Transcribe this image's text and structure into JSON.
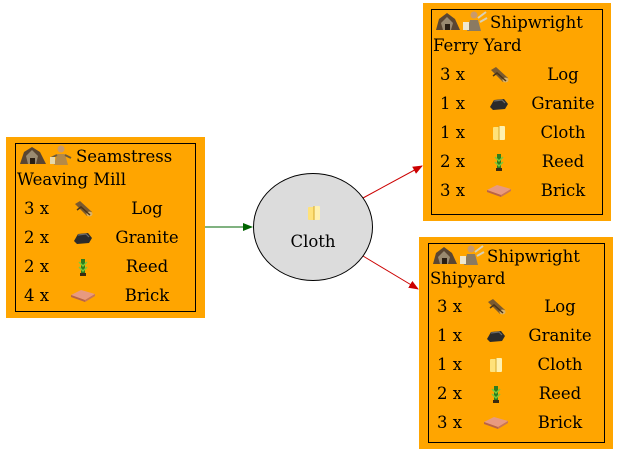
{
  "colors": {
    "node_fill": "#ffa500",
    "ware_fill": "#dcdcdc",
    "edge_in": "#006400",
    "edge_out": "#cc0000"
  },
  "ware": {
    "label": "Cloth",
    "icon": "cloth-icon"
  },
  "seamstress": {
    "title": "Seamstress",
    "subtitle": "Weaving Mill",
    "icons": [
      "building-icon",
      "worker-icon"
    ],
    "rows": [
      {
        "qty": "3 x",
        "icon": "log-icon",
        "name": "Log"
      },
      {
        "qty": "2 x",
        "icon": "granite-icon",
        "name": "Granite"
      },
      {
        "qty": "2 x",
        "icon": "reed-icon",
        "name": "Reed"
      },
      {
        "qty": "4 x",
        "icon": "brick-icon",
        "name": "Brick"
      }
    ]
  },
  "shipwright_ferry": {
    "title": "Shipwright",
    "subtitle": "Ferry Yard",
    "icons": [
      "building-icon",
      "worker-icon"
    ],
    "rows": [
      {
        "qty": "3 x",
        "icon": "log-icon",
        "name": "Log"
      },
      {
        "qty": "1 x",
        "icon": "granite-icon",
        "name": "Granite"
      },
      {
        "qty": "1 x",
        "icon": "cloth-icon",
        "name": "Cloth"
      },
      {
        "qty": "2 x",
        "icon": "reed-icon",
        "name": "Reed"
      },
      {
        "qty": "3 x",
        "icon": "brick-icon",
        "name": "Brick"
      }
    ]
  },
  "shipwright_yard": {
    "title": "Shipwright",
    "subtitle": "Shipyard",
    "icons": [
      "building-icon",
      "worker-icon"
    ],
    "rows": [
      {
        "qty": "3 x",
        "icon": "log-icon",
        "name": "Log"
      },
      {
        "qty": "1 x",
        "icon": "granite-icon",
        "name": "Granite"
      },
      {
        "qty": "1 x",
        "icon": "cloth-icon",
        "name": "Cloth"
      },
      {
        "qty": "2 x",
        "icon": "reed-icon",
        "name": "Reed"
      },
      {
        "qty": "3 x",
        "icon": "brick-icon",
        "name": "Brick"
      }
    ]
  }
}
